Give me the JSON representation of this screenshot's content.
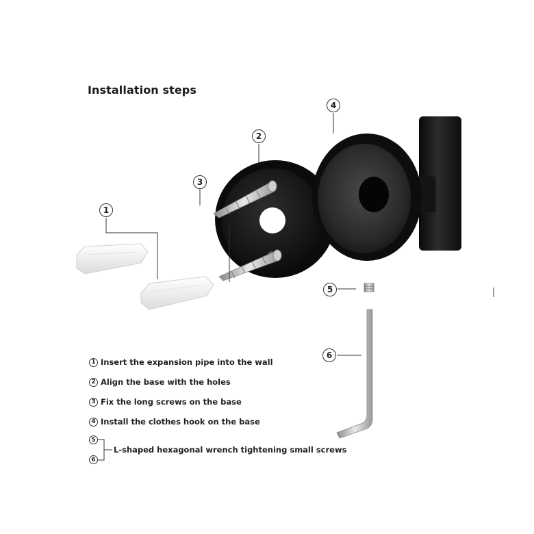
{
  "title": "Installation steps",
  "callouts": {
    "c1": "1",
    "c2": "2",
    "c3": "3",
    "c4": "4",
    "c5": "5",
    "c6": "6"
  },
  "steps": [
    {
      "num": "1",
      "text": "Insert the expansion pipe into the wall"
    },
    {
      "num": "2",
      "text": "Align the base with the holes"
    },
    {
      "num": "3",
      "text": "Fix the long screws on the base"
    },
    {
      "num": "4",
      "text": "Install the clothes hook on the base"
    }
  ],
  "combined_step": {
    "nums": [
      "5",
      "6"
    ],
    "text": "L-shaped hexagonal wrench tightening small screws"
  },
  "colors": {
    "metal_black": "#151515",
    "plastic_white": "#f2f2f2",
    "steel": "#b8b8b8"
  }
}
